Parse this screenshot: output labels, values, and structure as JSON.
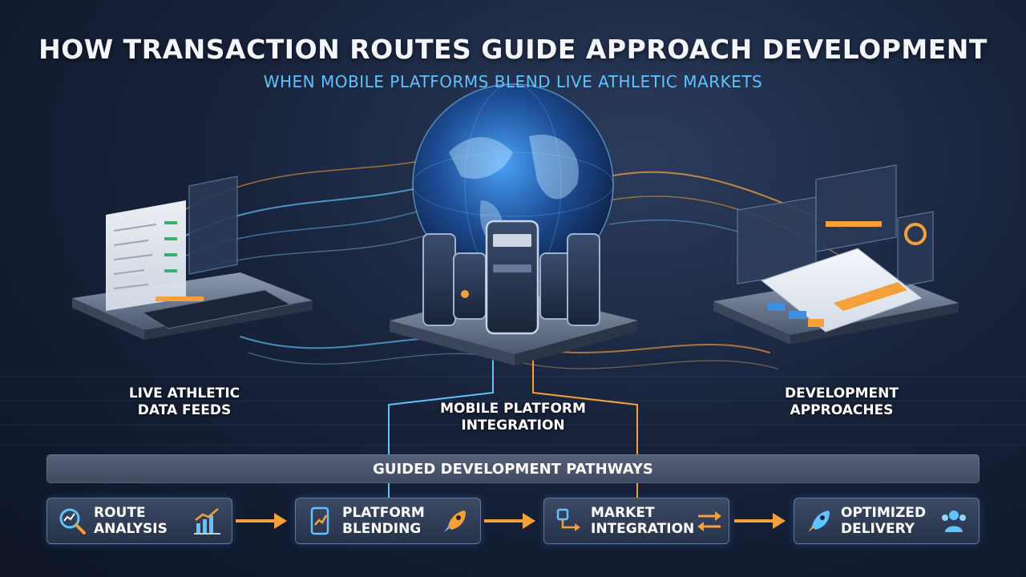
{
  "header": {
    "title": "HOW TRANSACTION ROUTES GUIDE APPROACH DEVELOPMENT",
    "subtitle": "WHEN MOBILE PLATFORMS BLEND LIVE ATHLETIC MARKETS"
  },
  "columns": [
    {
      "line1": "LIVE ATHLETIC",
      "line2": "DATA FEEDS"
    },
    {
      "line1": "MOBILE PLATFORM",
      "line2": "INTEGRATION"
    },
    {
      "line1": "DEVELOPMENT",
      "line2": "APPROACHES"
    }
  ],
  "pathways": {
    "label": "GUIDED DEVELOPMENT PATHWAYS",
    "steps": [
      {
        "line1": "ROUTE",
        "line2": "ANALYSIS",
        "icon": "magnifier-chart-icon",
        "icon2": "bar-chart-icon"
      },
      {
        "line1": "PLATFORM",
        "line2": "BLENDING",
        "icon": "phone-chart-icon",
        "icon2": "rocket-icon"
      },
      {
        "line1": "MARKET",
        "line2": "INTEGRATION",
        "icon": "routing-icon",
        "icon2": "transfer-arrows-icon"
      },
      {
        "line1": "OPTIMIZED",
        "line2": "DELIVERY",
        "icon": "rocket-icon",
        "icon2": "users-icon"
      }
    ]
  },
  "colors": {
    "accent_blue": "#5fc3ff",
    "accent_orange": "#f5a03a",
    "panel": "#2e3a52"
  }
}
